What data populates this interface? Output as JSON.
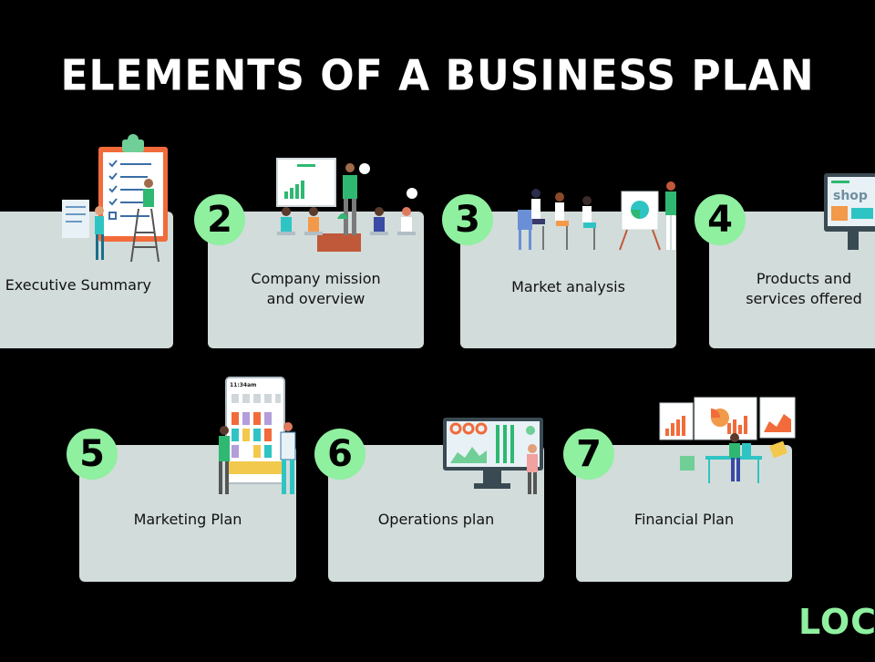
{
  "title": "ELEMENTS OF A BUSINESS PLAN",
  "colors": {
    "background": "#000000",
    "card": "#d2dcda",
    "badge": "#8ff0a0",
    "title": "#ffffff"
  },
  "steps": [
    {
      "number": "",
      "label": "Executive Summary"
    },
    {
      "number": "2",
      "label": "Company mission\nand overview"
    },
    {
      "number": "3",
      "label": "Market analysis"
    },
    {
      "number": "4",
      "label": "Products and\nservices offered"
    },
    {
      "number": "5",
      "label": "Marketing Plan"
    },
    {
      "number": "6",
      "label": "Operations plan"
    },
    {
      "number": "7",
      "label": "Financial Plan"
    }
  ],
  "illustrations": {
    "shop_sign": "shop",
    "phone_time": "11:34am"
  },
  "logo": "LOC"
}
